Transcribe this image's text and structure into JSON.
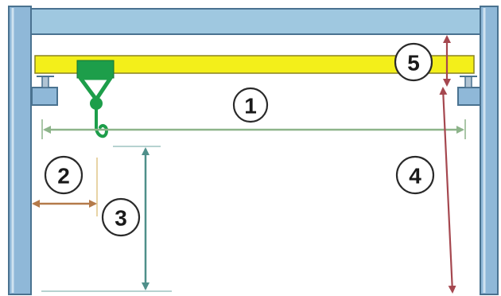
{
  "diagram": {
    "labels": {
      "span": "1",
      "left_clearance": "2",
      "hook_height": "3",
      "building_height": "4",
      "girder_clearance": "5"
    },
    "colors": {
      "column": "#8fb8d8",
      "column_edge": "#4a7290",
      "ceiling": "#9fc8e0",
      "ceiling_edge": "#4a7290",
      "girder": "#f3ef1a",
      "girder_edge": "#8a8420",
      "trolley": "#1d9e4a",
      "hook": "#1d9e4a",
      "end_truck": "#8fb8d8",
      "span_arrow": "#8db48a",
      "left_clearance_arrow": "#b47a4a",
      "hook_height_arrow": "#4f8f8a",
      "building_height_arrow": "#a5474f",
      "girder_clearance_arrow": "#a5474f",
      "background": "#ffffff"
    }
  }
}
